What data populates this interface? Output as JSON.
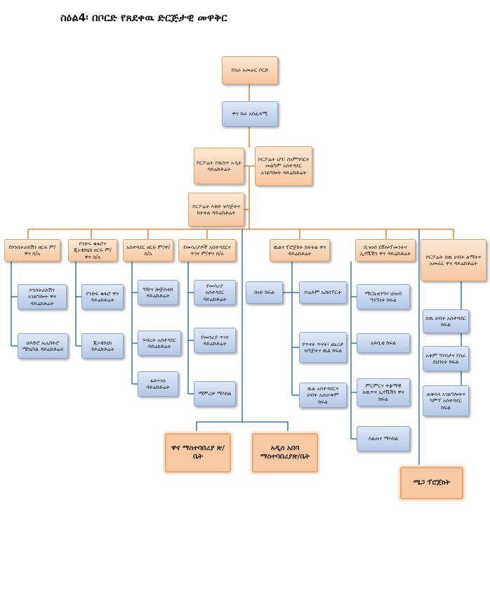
{
  "title": "ስዕል4፡ በቦርድ የጸደቀዉ ድርጅታዊ መዋቅር",
  "nodes": {
    "board": "የስራ አመራር ቦርድ",
    "ceo": "ዋና ስራ አስፈጻሚ",
    "internal_audit": "ኮርፖሬት የዉስጥ ኦዲት ዳይሬክቶሬት",
    "ethics": "ኮርፖሬት ህግ፣ ስነምግባርና መልካም አስተዳደር አገልግሎት ዳይሬክቶሬት",
    "planning": "ኮርፖሬት እቅድ ዝግጅትና ክትትል ዳይሬክቶሬት",
    "d1_head": "የኮንስትራክሽን ዘርፍ ም/ዋና ስ/አ",
    "d1_c1": "ኮንስትራክሽን አገልግሎት ዋና ዳይሬክቶሬት",
    "d1_c2": "ሀይድሮ ኤሌክትሮ ሜካኒካል ዳይሬክቶሬት",
    "d2_head": "የንድፍ ቁፋሮና ጂኦቴክኒክ ዘርፍ ም/ዋና ስ/አ",
    "d2_c1": "የንድፍ ቁፋሮ ዋና ዳይሬክቶሬት",
    "d2_c2": "ጂኦቴክኒክ ዳይሬክቶሬት",
    "d3_head": "አስተዳደር ዘርፍ ም/ዋ/ስ/አ",
    "d3_c1": "ግዥና ሎጅስቲክ ዳይሬክቶሬት",
    "d3_c2": "ንብረት አስተዳደር ዳይሬክቶሬት",
    "d3_c3": "ፋይናንስ ዳይሬክቶሬት",
    "d4_head": "የመሳሪያዎች አስተዳደርና ጥገና ም/ዋና ስ/አ",
    "d4_c1": "የመሳሪያ አስተዳደር ዳይሬክቶሬት",
    "d4_c2": "የመሳሪያ ጥገና ዳይሬክቶሬት",
    "d4_c3": "ማምረቻ ማእከል",
    "d5_head": "ዉልና ፕሮጀክት ክትትል ዋና ዳይሬክቶሬት",
    "d5_c0": "ሰነድ ክፍል",
    "d5_c1": "ኮሌይም ኤክስፐርት",
    "d5_c2": "የጥናት ጥናት፣ ጨረታ ዝግጅትና ዉል ክፍል",
    "d5_c3": "ዉል አስተዳደርና ሀብት አጠቃቀም ክፍል",
    "d6_head": "ቢዝነስ ደቨሎፕመንትና ኢኖቬሽን ዋና ዳይሬክቶሬት",
    "d6_c1": "ማርኬቲንግና ህዝብ ግንኙነት ክፍል",
    "d6_c2": "አይሲቲ ክፍል",
    "d6_c3": "ምርምርና ተቋማዊ ለዉጥና ኢኖቬሽን ዋና ክፍል",
    "d6_c4": "ስልጠና ማእከል",
    "d7_head": "ኮርፖሬት ሰዉ ሀብት ልማትና አመራር ዋና ዳይሬክቶሬት",
    "d7_c1": "ሰዉ ሀብት አስተዳደር ክፍል",
    "d7_c2": "አቅም ግንባታና የስራ ደህንነት ክፍል",
    "d7_c3": "ጠቅላላ አገልግሎትና ካምፕ አስተዳደር ክፍል",
    "branch1": "ዋና ማስተባበሪያ ጽ/ቤት",
    "branch2": "አዲስ አበባ ማስተባበሪያጽ/ቤት",
    "mega": "ሜጋ ፕሮጀክት"
  }
}
